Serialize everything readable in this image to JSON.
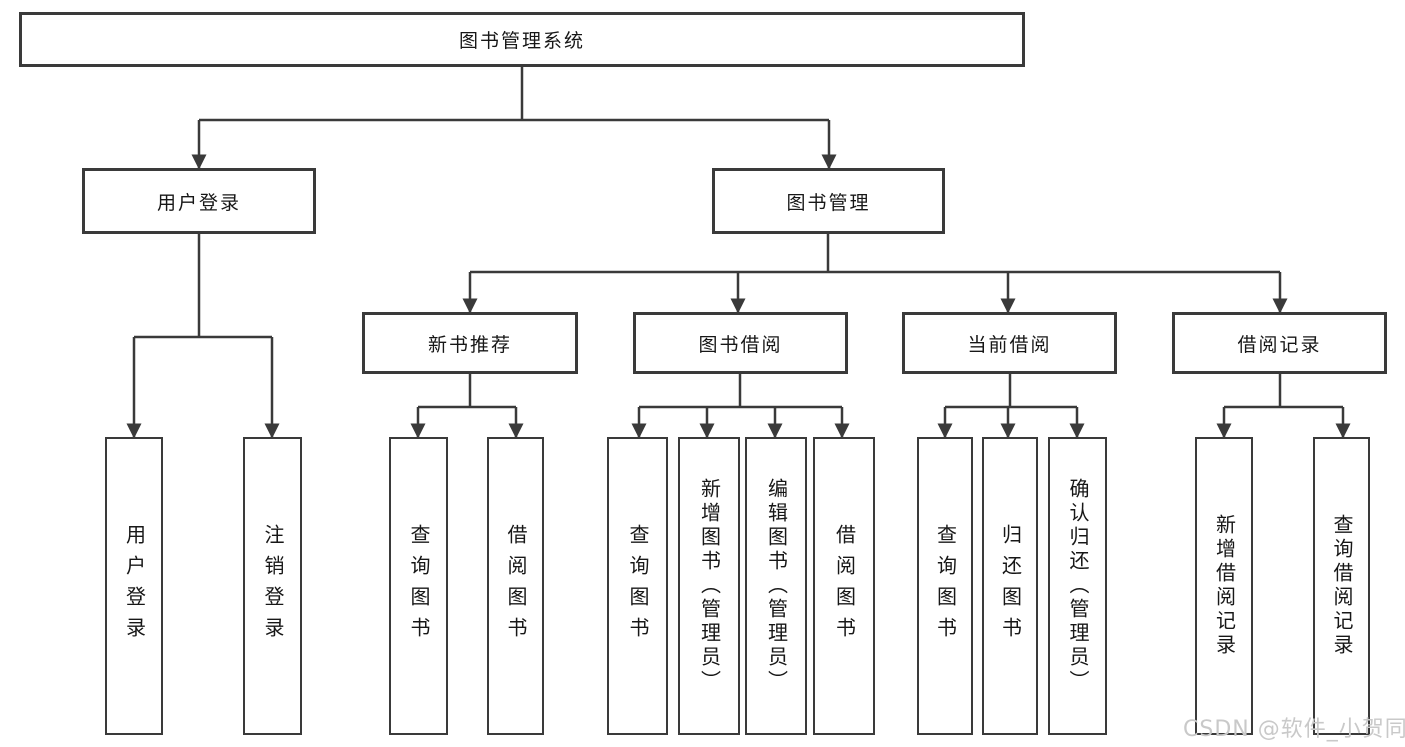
{
  "tree": {
    "root": "图书管理系统",
    "children": [
      {
        "label": "用户登录",
        "children": [
          "用户登录",
          "注销登录"
        ]
      },
      {
        "label": "图书管理",
        "children": [
          {
            "label": "新书推荐",
            "children": [
              "查询图书",
              "借阅图书"
            ]
          },
          {
            "label": "图书借阅",
            "children": [
              "查询图书",
              "新增图书（管理员）",
              "编辑图书（管理员）",
              "借阅图书"
            ]
          },
          {
            "label": "当前借阅",
            "children": [
              "查询图书",
              "归还图书",
              "确认归还（管理员）"
            ]
          },
          {
            "label": "借阅记录",
            "children": [
              "新增借阅记录",
              "查询借阅记录"
            ]
          }
        ]
      }
    ]
  },
  "watermark": {
    "text": "CSDN @软件_小贺同学",
    "color": "#c9c9c9"
  },
  "colors": {
    "line": "#3a3a3a",
    "box_border": "#3a3a3a",
    "text": "#171717",
    "background": "#ffffff"
  }
}
